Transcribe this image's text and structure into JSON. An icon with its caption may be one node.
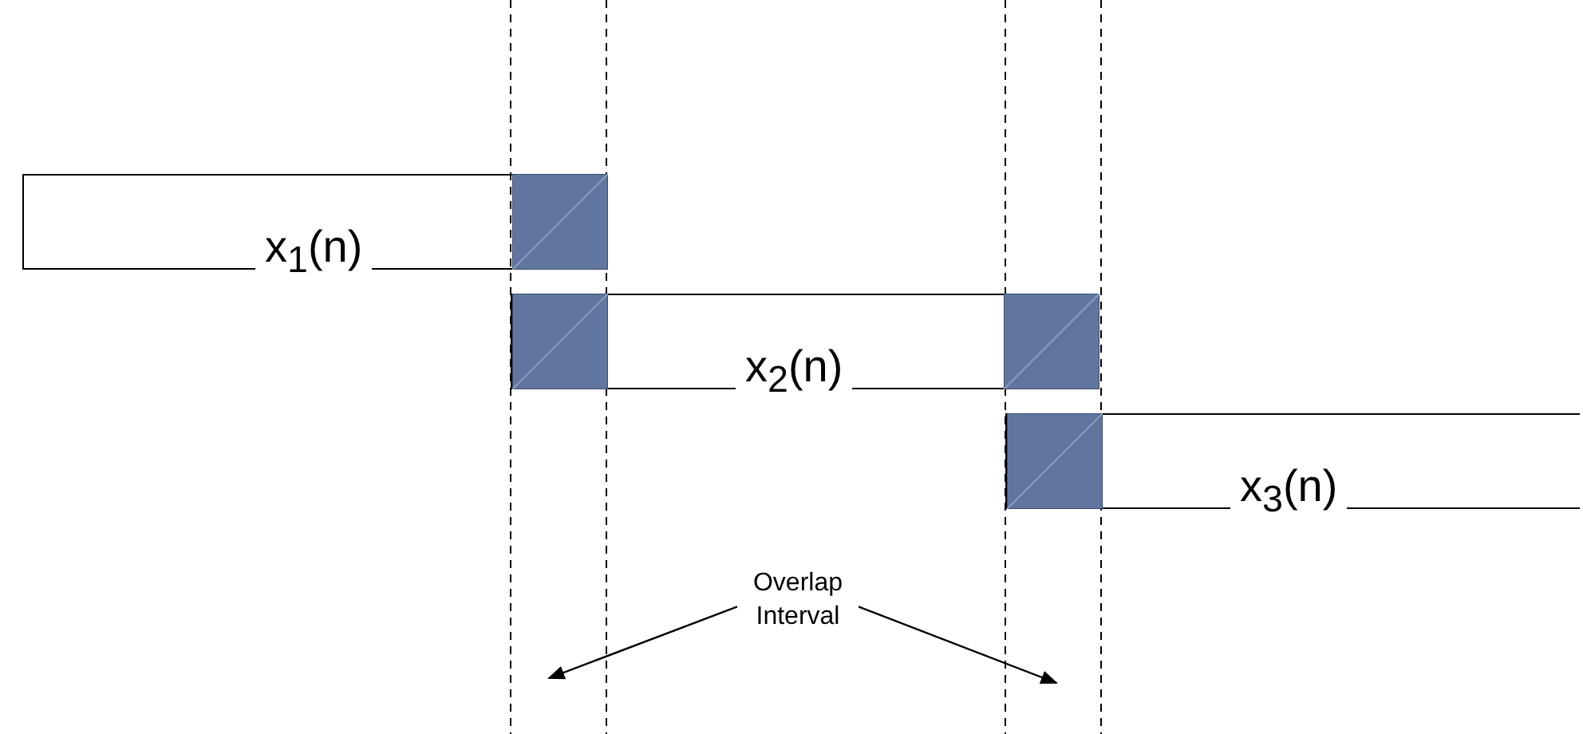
{
  "diagram": {
    "nodes": [
      {
        "text": [
          "x$_{1}$(n)"
        ]
      },
      {
        "text": [
          "x$_{2}$(n)"
        ]
      },
      {
        "text": [
          "x$_{3}$(n)"
        ]
      },
      {
        "text": [
          "Overlap Interval"
        ]
      }
    ],
    "edges": [
      {
        "from": 3,
        "to": null,
        "arrow": "to"
      },
      {
        "from": 3,
        "to": null,
        "arrow": "to"
      }
    ]
  }
}
